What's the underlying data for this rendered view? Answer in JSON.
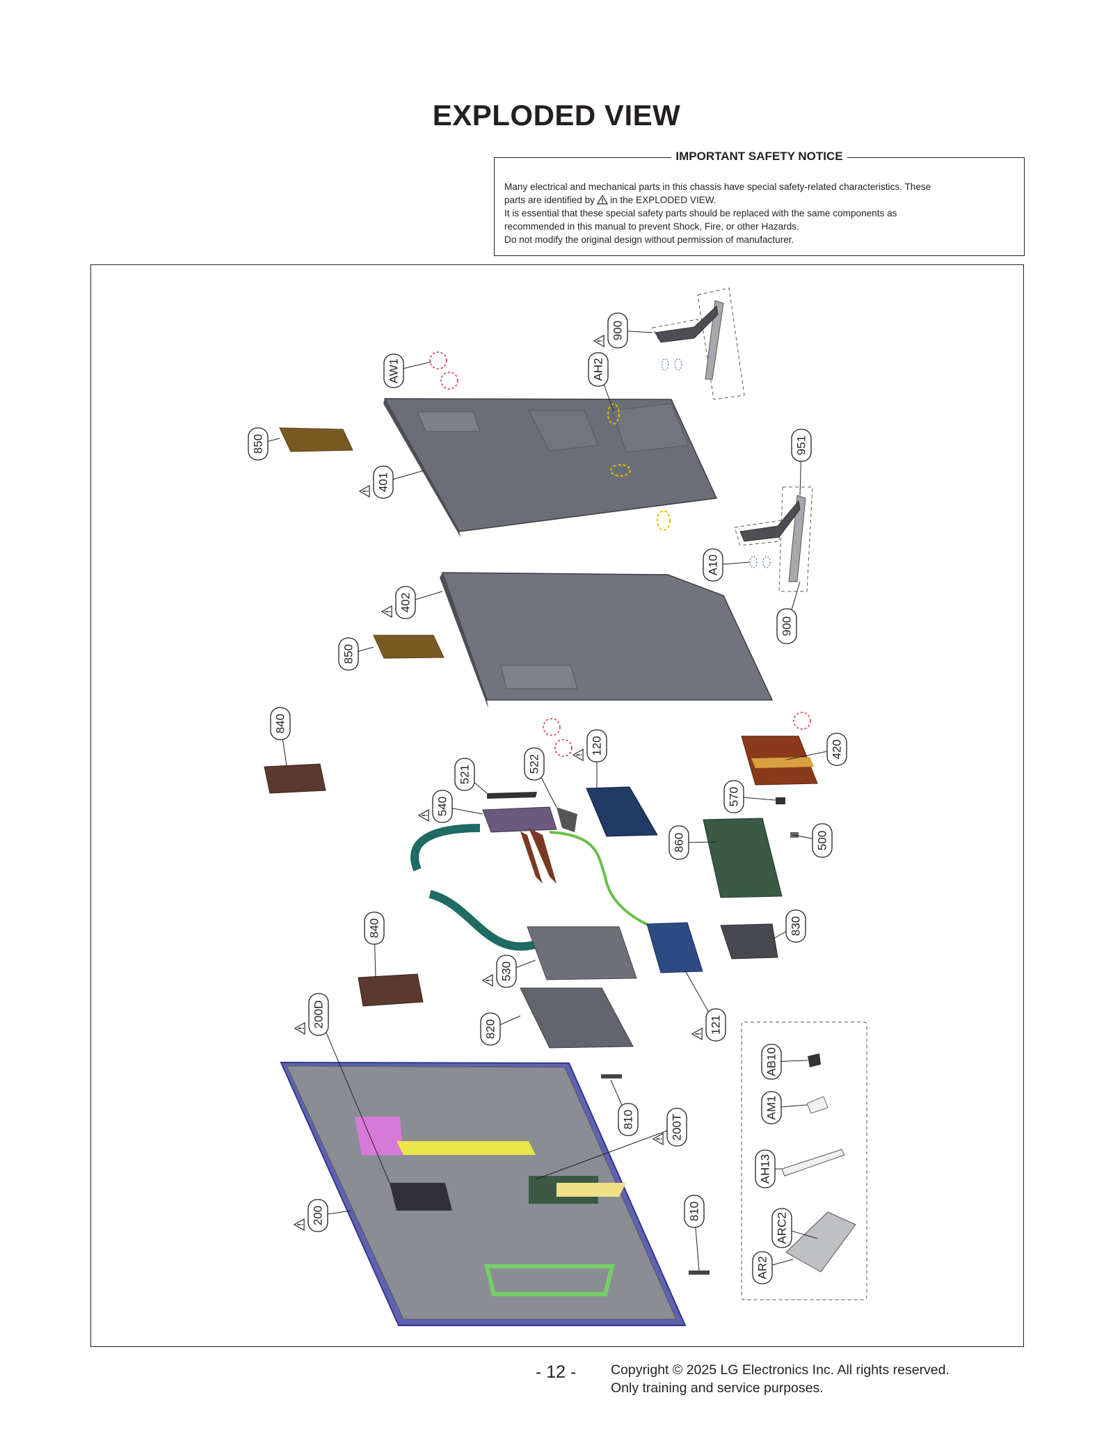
{
  "title": "EXPLODED VIEW",
  "notice": {
    "heading": "IMPORTANT SAFETY NOTICE",
    "line1": "Many electrical and mechanical parts in this chassis have special safety-related characteristics. These",
    "line2a": "parts are identified by",
    "line2b": "in the EXPLODED VIEW.",
    "line3": "It is essential that these special safety parts should be replaced with the same components as",
    "line4": "recommended in this manual to prevent Shock, Fire, or other Hazards.",
    "line5": "Do not modify the original design without permission of manufacturer."
  },
  "labels": [
    "900",
    "AH2",
    "AW1",
    "850",
    "401",
    "951",
    "A10",
    "402",
    "900",
    "850",
    "840",
    "521",
    "522",
    "120",
    "420",
    "540",
    "570",
    "860",
    "500",
    "840",
    "830",
    "530",
    "121",
    "200D",
    "820",
    "AB10",
    "810",
    "200T",
    "AM1",
    "AH13",
    "810",
    "200",
    "ARC2",
    "AR2"
  ],
  "footer": {
    "page": "- 12 -",
    "copyright1": "Copyright © 2025 LG Electronics Inc. All rights reserved.",
    "copyright2": "Only training and service purposes."
  }
}
